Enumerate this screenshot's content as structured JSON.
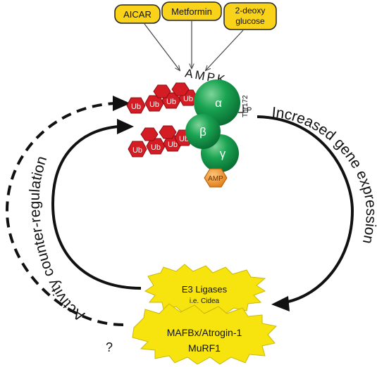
{
  "activators": [
    {
      "label": "AICAR"
    },
    {
      "label": "Metformin"
    },
    {
      "label_lines": [
        "2-deoxy",
        "glucose"
      ]
    }
  ],
  "ampk": {
    "title": "AMPK",
    "subunits": {
      "alpha": "α",
      "beta": "β",
      "gamma": "γ"
    },
    "phospho_site": "Thr172",
    "phospho_label": "P",
    "amp_label": "AMP"
  },
  "ubiquitin": {
    "label": "Ub"
  },
  "left_arc_label": "Activity counter-regulation",
  "right_arc_label": "Increased gene expression",
  "e3_ligases": {
    "title": "E3 Ligases",
    "subtitle": "i.e. Cidea"
  },
  "mafbx": {
    "line1": "MAFBx/Atrogin-1",
    "line2": "MuRF1"
  },
  "question_mark": "?",
  "colors": {
    "activator_fill": "#f9d21a",
    "ampk_green": "#0f9a48",
    "ubiquitin_red": "#d41c24",
    "amp_orange": "#f0922c",
    "starburst_yellow": "#f7e40f"
  }
}
